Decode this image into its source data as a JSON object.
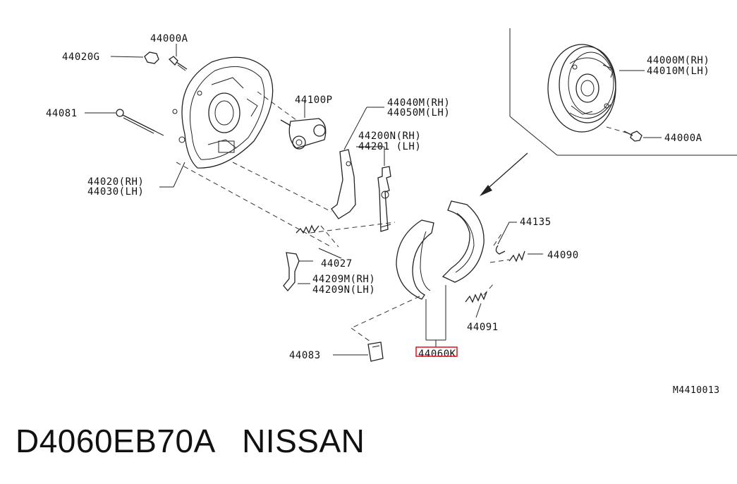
{
  "diagram": {
    "labels": {
      "p44000A_top": "44000A",
      "p44020G": "44020G",
      "p44081": "44081",
      "p44100P": "44100P",
      "p44040M": "44040M(RH)",
      "p44050M": "44050M(LH)",
      "p44200N": "44200N(RH)",
      "p44201": "44201  (LH)",
      "p44020RH": "44020(RH)",
      "p44030LH": "44030(LH)",
      "p44000M": "44000M(RH)",
      "p44010M": "44010M(LH)",
      "p44000A_right": "44000A",
      "p44135": "44135",
      "p44090": "44090",
      "p44027": "44027",
      "p44209M": "44209M(RH)",
      "p44209N": "44209N(LH)",
      "p44091": "44091",
      "p44083": "44083",
      "p44060K": "44060K",
      "ref": "M4410013"
    },
    "highlight_color": "#e0202a"
  },
  "caption": {
    "part_number": "D4060EB70A",
    "brand": "NISSAN"
  }
}
